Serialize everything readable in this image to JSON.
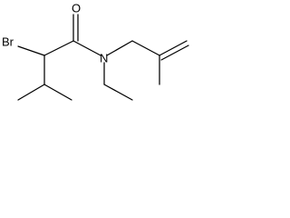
{
  "molecule": {
    "labels": {
      "br": "Br",
      "o": "O",
      "n": "N"
    },
    "colors": {
      "bond": "#000000",
      "text": "#000000",
      "background": "#ffffff"
    }
  }
}
